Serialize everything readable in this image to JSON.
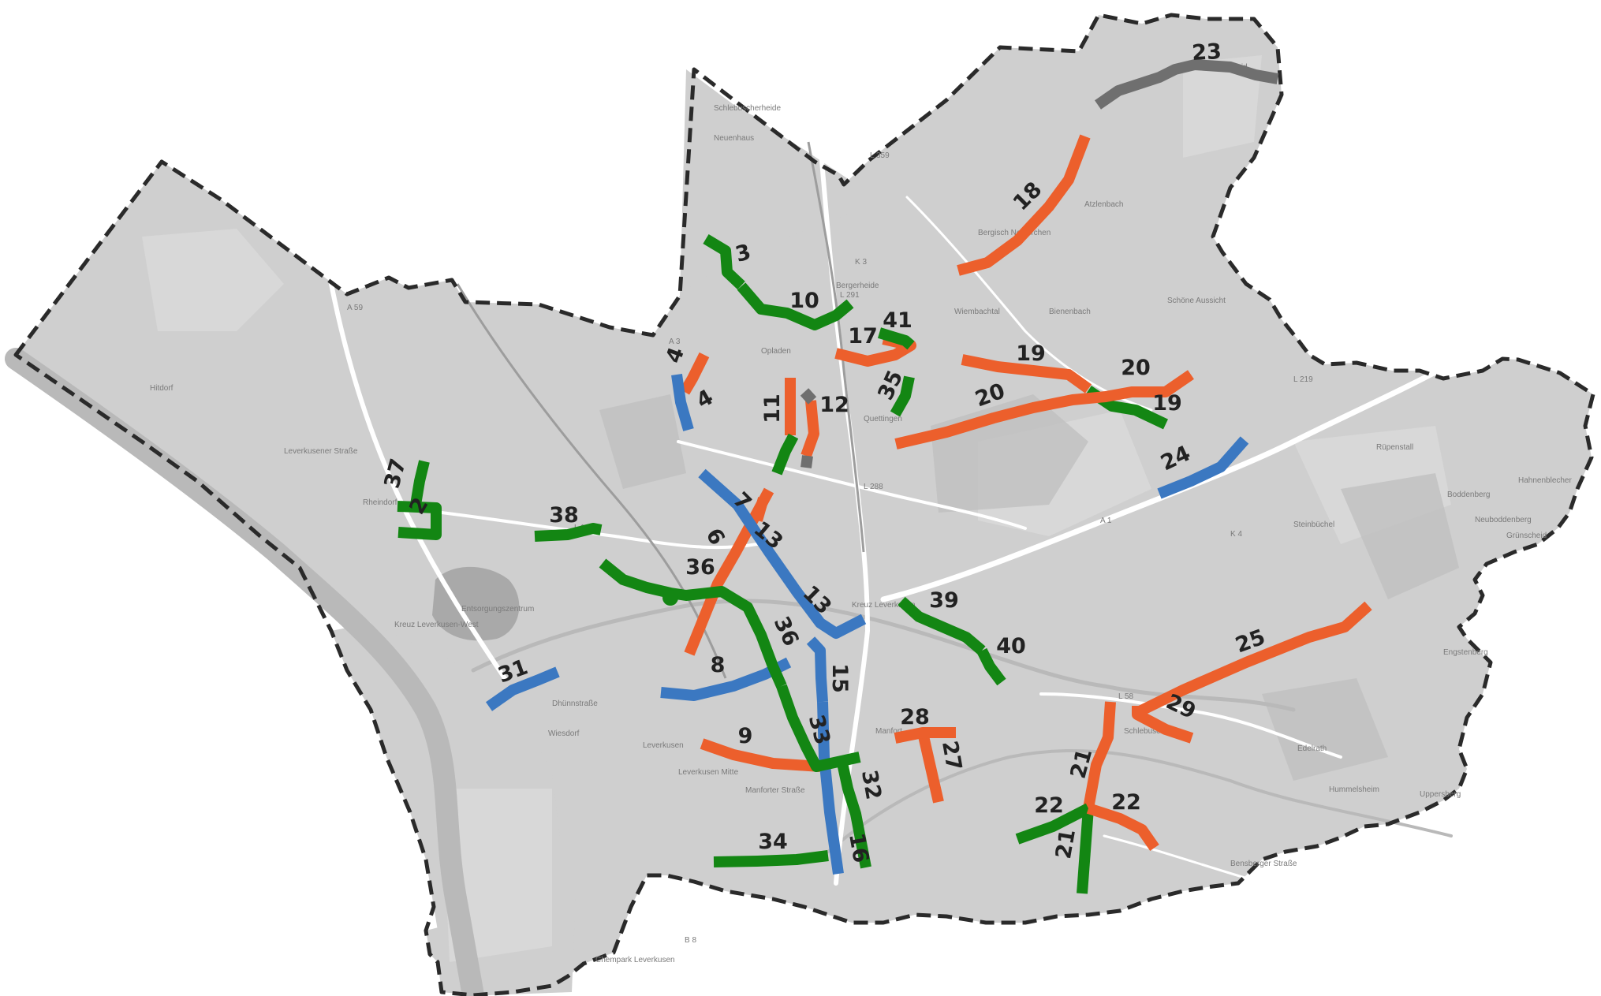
{
  "map": {
    "colors": {
      "orange": "#ec5f2c",
      "green": "#138613",
      "blue": "#3b78c1",
      "gray": "#6f6f6f",
      "boundary": "#2a2a2a",
      "area_fill": "#cfcfcf",
      "label_text": "#222222"
    },
    "segments": [
      {
        "id": "2",
        "color": "green"
      },
      {
        "id": "3",
        "color": "green"
      },
      {
        "id": "4",
        "color": "orange"
      },
      {
        "id": "4",
        "color": "blue"
      },
      {
        "id": "6",
        "color": "orange"
      },
      {
        "id": "7",
        "color": "orange"
      },
      {
        "id": "8",
        "color": "blue"
      },
      {
        "id": "9",
        "color": "orange"
      },
      {
        "id": "10",
        "color": "green"
      },
      {
        "id": "11",
        "color": "orange"
      },
      {
        "id": "11",
        "color": "green"
      },
      {
        "id": "12",
        "color": "orange"
      },
      {
        "id": "12",
        "color": "gray"
      },
      {
        "id": "13",
        "color": "blue"
      },
      {
        "id": "15",
        "color": "blue"
      },
      {
        "id": "16",
        "color": "blue"
      },
      {
        "id": "17",
        "color": "orange"
      },
      {
        "id": "18",
        "color": "orange"
      },
      {
        "id": "19",
        "color": "orange"
      },
      {
        "id": "19",
        "color": "green"
      },
      {
        "id": "20",
        "color": "orange"
      },
      {
        "id": "21",
        "color": "orange"
      },
      {
        "id": "21",
        "color": "green"
      },
      {
        "id": "22",
        "color": "green"
      },
      {
        "id": "22",
        "color": "orange"
      },
      {
        "id": "23",
        "color": "gray"
      },
      {
        "id": "24",
        "color": "blue"
      },
      {
        "id": "25",
        "color": "orange"
      },
      {
        "id": "27",
        "color": "orange"
      },
      {
        "id": "28",
        "color": "orange"
      },
      {
        "id": "29",
        "color": "orange"
      },
      {
        "id": "31",
        "color": "blue"
      },
      {
        "id": "32",
        "color": "green"
      },
      {
        "id": "33",
        "color": "green"
      },
      {
        "id": "34",
        "color": "green"
      },
      {
        "id": "35",
        "color": "green"
      },
      {
        "id": "36",
        "color": "green"
      },
      {
        "id": "37",
        "color": "green"
      },
      {
        "id": "38",
        "color": "green"
      },
      {
        "id": "39",
        "color": "green"
      },
      {
        "id": "40",
        "color": "green"
      },
      {
        "id": "41",
        "color": "green"
      }
    ],
    "segment_labels": [
      "23",
      "18",
      "3",
      "10",
      "41",
      "17",
      "19",
      "20",
      "20",
      "19",
      "4",
      "4",
      "11",
      "12",
      "35",
      "24",
      "37",
      "2",
      "38",
      "7",
      "6",
      "13",
      "13",
      "36",
      "39",
      "40",
      "36",
      "8",
      "15",
      "31",
      "33",
      "9",
      "28",
      "27",
      "32",
      "21",
      "22",
      "22",
      "21",
      "34",
      "16",
      "25",
      "29"
    ],
    "place_names": [
      "Hitdorf",
      "Rheindorf",
      "Opladen",
      "Quettingen",
      "Bergisch Neukirchen",
      "Pattscheid",
      "Bienenbach",
      "Schöne Aussicht",
      "Atzlenbach",
      "Steinbüchel",
      "Neuboddenberg",
      "Boddenberg",
      "Rüpenstall",
      "Hahnenblecher",
      "Grünscheid",
      "Engstenberg",
      "Hummelsheim",
      "Edelrath",
      "Uppersberg",
      "Manfort",
      "Wiesdorf",
      "Leverkusen",
      "Leverkusen Mitte",
      "Schlebusch",
      "Chempark Leverkusen",
      "Entsorgungszentrum",
      "Kreuz Leverkusen",
      "Kreuz Leverkusen-West",
      "Schlebuscherheide",
      "Neuenhaus",
      "Bergerheide",
      "Manforter Straße",
      "Bensberger Straße",
      "Dhünnstraße",
      "Wiembachtal",
      "Leverkusener Straße"
    ],
    "road_refs": [
      "A 59",
      "A 1",
      "A 3",
      "L 108",
      "L 288",
      "L 291",
      "L 359",
      "L 219",
      "K 3",
      "K 4",
      "L 58",
      "B 8"
    ]
  }
}
